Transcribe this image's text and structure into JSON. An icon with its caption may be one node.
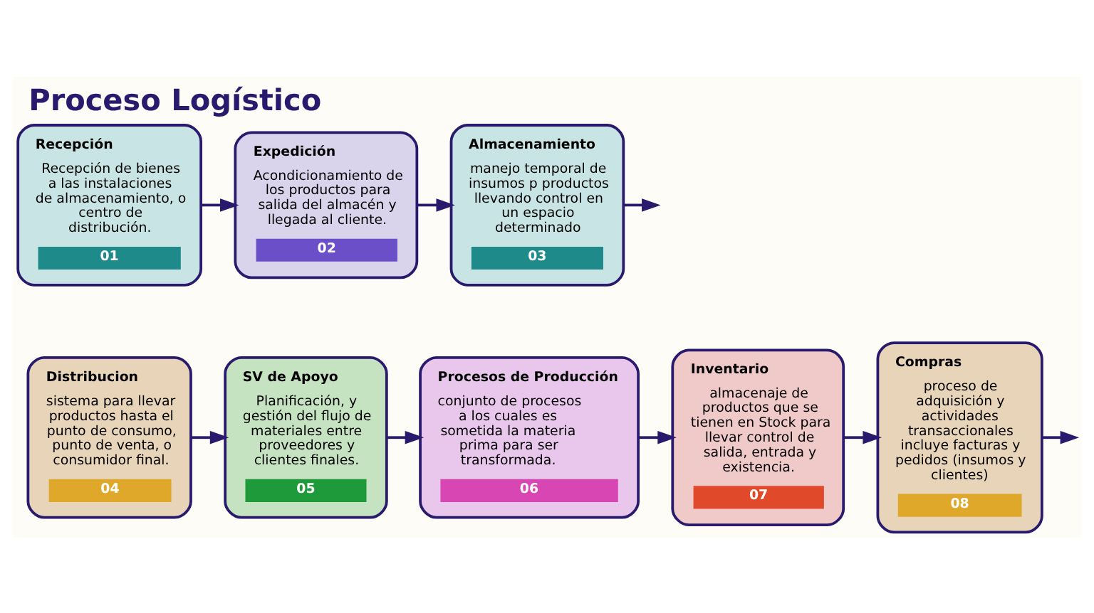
{
  "diagram": {
    "title": "Proceso Logístico",
    "nodes": [
      {
        "text": [
          "Recepción",
          "Recepción de bienes a las instalaciones de almacenamiento, o centro de distribución.",
          "01"
        ]
      },
      {
        "text": [
          "Expedición",
          "Acondicionamiento de los productos para salida del almacén y llegada al cliente.",
          "02"
        ]
      },
      {
        "text": [
          "Almacenamiento",
          "manejo temporal de insumos p productos llevando control en un espacio determinado",
          "03"
        ]
      },
      {
        "text": [
          "Distribucion",
          "sistema para llevar productos hasta el punto de consumo,  punto de venta, o consumidor final.",
          "04"
        ]
      },
      {
        "text": [
          "SV de Apoyo",
          "Planificación, y gestión del flujo de materiales entre proveedores y clientes finales.",
          "05"
        ]
      },
      {
        "text": [
          "Procesos de Producción",
          "conjunto de procesos a los cuales es sometida la materia prima para ser transformada.",
          "06"
        ]
      },
      {
        "text": [
          "Inventario",
          "almacenaje de productos que se tienen en Stock para llevar control de salida, entrada y existencia.",
          "07"
        ]
      },
      {
        "text": [
          "Compras",
          "proceso de adquisición y actividades transaccionales incluye facturas y pedidos (insumos y clientes)",
          "08"
        ]
      }
    ],
    "edges": [
      {
        "from": 0,
        "to": 1,
        "arrow": "to"
      },
      {
        "from": 1,
        "to": 2,
        "arrow": "to"
      },
      {
        "from": 2,
        "to": null,
        "arrow": "to"
      },
      {
        "from": 3,
        "to": 4,
        "arrow": "to"
      },
      {
        "from": 4,
        "to": 5,
        "arrow": "to"
      },
      {
        "from": 5,
        "to": 6,
        "arrow": "to"
      },
      {
        "from": 6,
        "to": 7,
        "arrow": "to"
      },
      {
        "from": 7,
        "to": null,
        "arrow": "to"
      }
    ]
  }
}
